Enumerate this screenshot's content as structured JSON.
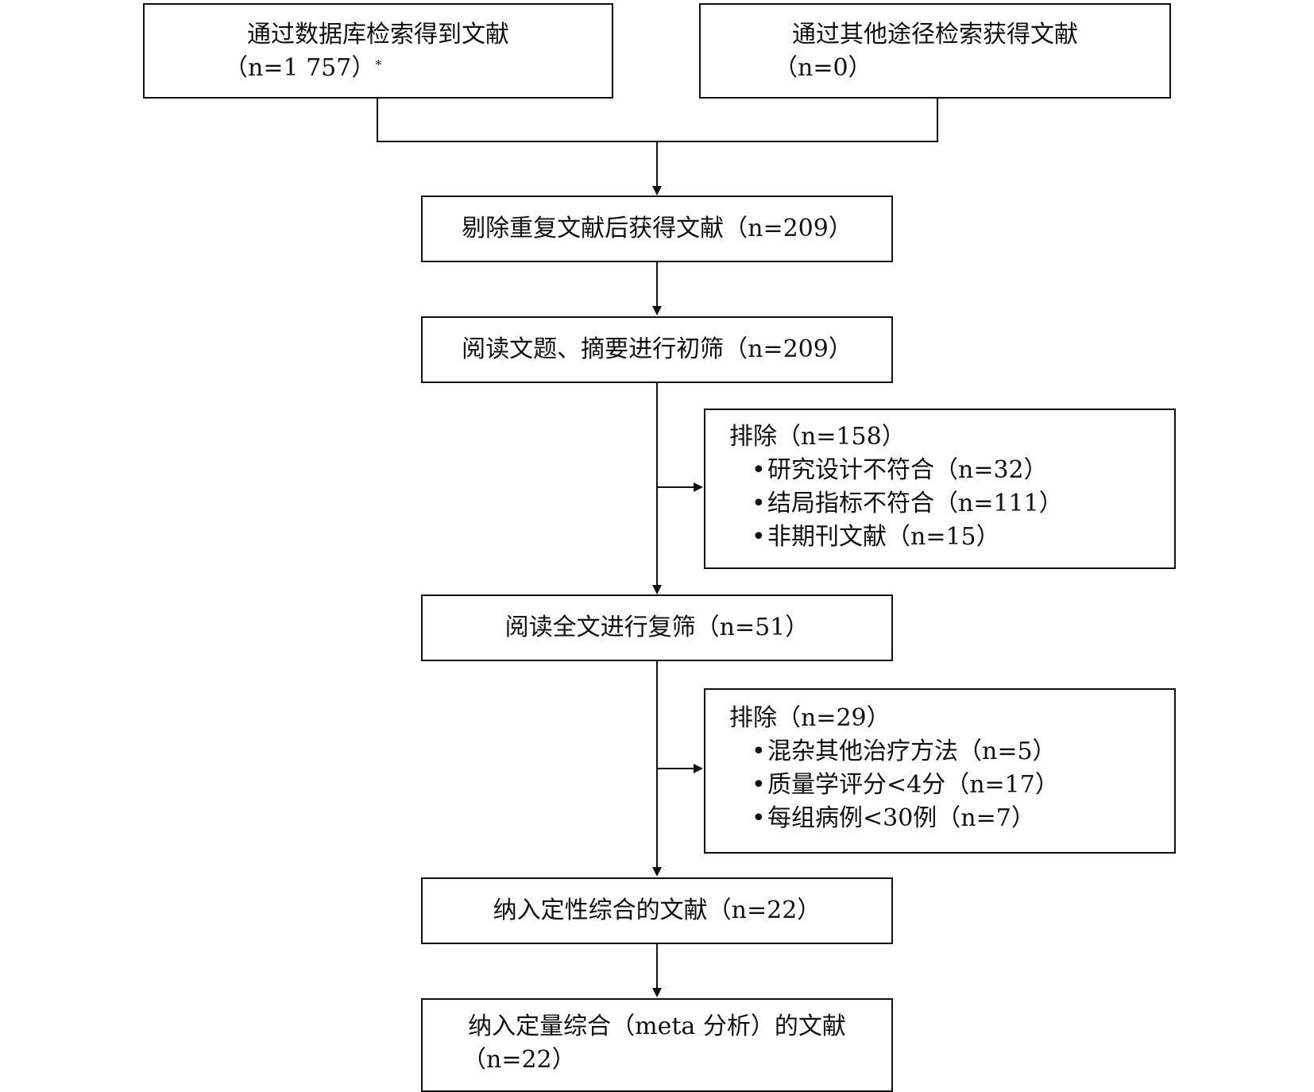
{
  "flowchart": {
    "db_search": {
      "line1": "通过数据库检索得到文献",
      "line2": "（n=1 757）",
      "footnote_mark": "*"
    },
    "other_search": {
      "line1": "通过其他途径检索获得文献",
      "line2": "（n=0）"
    },
    "dedup": {
      "text": "剔除重复文献后获得文献（n=209）"
    },
    "screen_abstract": {
      "text": "阅读文题、摘要进行初筛（n=209）"
    },
    "exclude_1": {
      "title": "排除（n=158）",
      "items": [
        "研究设计不符合（n=32）",
        "结局指标不符合（n=111）",
        "非期刊文献（n=15）"
      ]
    },
    "fulltext": {
      "text": "阅读全文进行复筛（n=51）"
    },
    "exclude_2": {
      "title": "排除（n=29）",
      "items": [
        "混杂其他治疗方法（n=5）",
        "质量学评分<4分（n=17）",
        "每组病例<30例（n=7）"
      ]
    },
    "qualitative": {
      "text": "纳入定性综合的文献（n=22）"
    },
    "quantitative": {
      "line1": "纳入定量综合（meta 分析）的文献",
      "line2": "（n=22）"
    }
  }
}
